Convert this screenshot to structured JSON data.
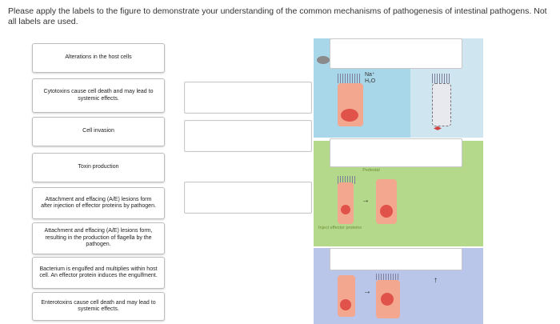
{
  "instructions": "Please apply the labels to the figure to demonstrate your understanding of the common mechanisms of pathogenesis of intestinal pathogens. Not all labels are used.",
  "labels": [
    "Alterations in the host cells",
    "Cytotoxins cause cell death and may lead to systemic effects.",
    "Cell invasion",
    "Toxin production",
    "Attachment and effacing (A/E) lesions form after injection of effector proteins by pathogen.",
    "Attachment and effacing (A/E) lesions form, resulting in the production of flagella by the pathogen.",
    "Bacterium is engulfed and multiplies within host cell. An effector protein induces the engulfment.",
    "Enterotoxins cause cell death and may lead to systemic effects."
  ],
  "figure": {
    "ion_label_na": "Na⁺",
    "ion_label_h2o": "H₂O",
    "pedestal_label": "Pedestal",
    "effector_label": "Inject effector proteins"
  },
  "colors": {
    "panel_top": "#a9d7ea",
    "panel_middle": "#b5d98a",
    "panel_bottom": "#b9c6ea",
    "cell_fill": "#f2a78e",
    "nucleus": "#e0524a"
  }
}
